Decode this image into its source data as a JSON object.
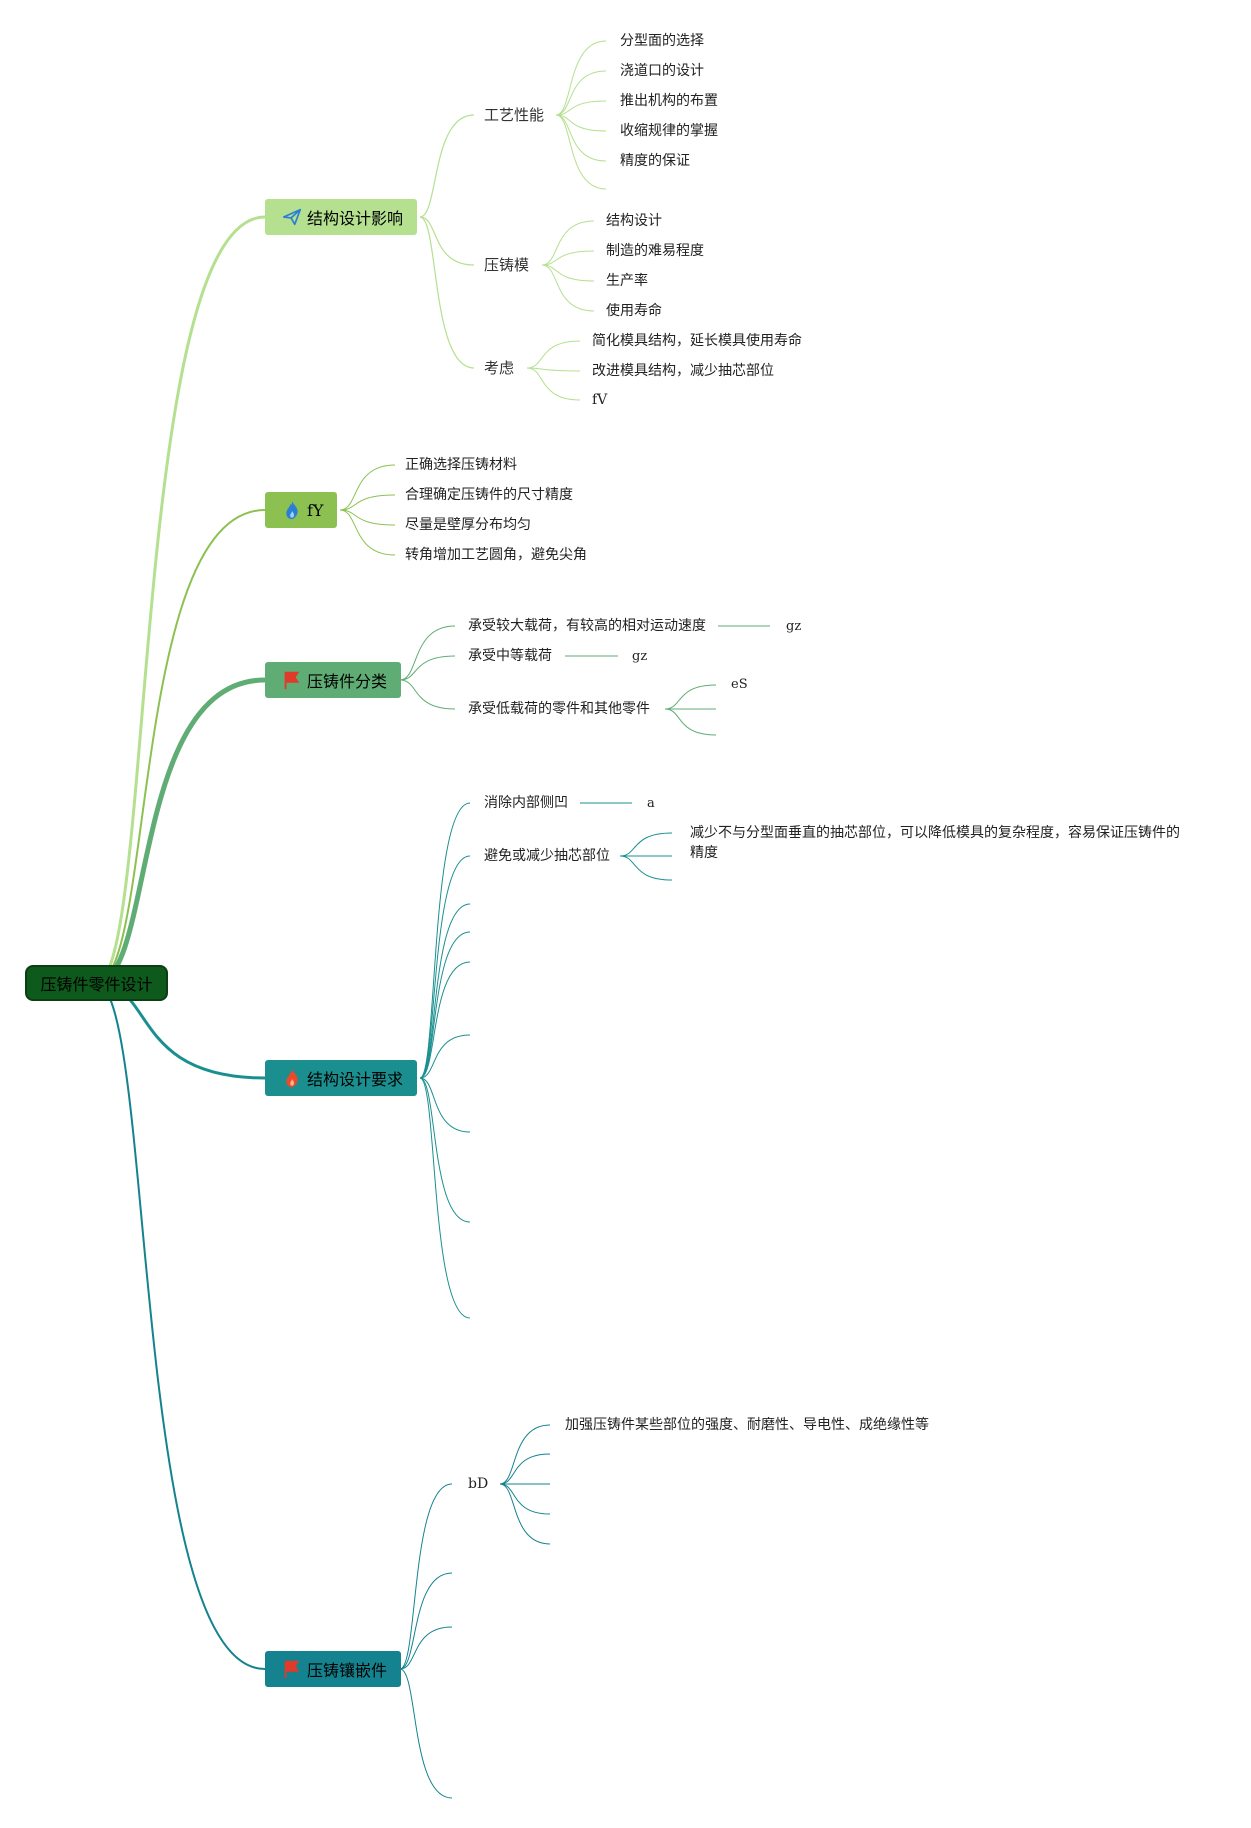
{
  "root": {
    "label": "压铸件零件设计",
    "color": "#0d5a1c"
  },
  "branches": [
    {
      "id": "b1",
      "label": "结构设计影响",
      "icon": "paper-plane-icon",
      "bg": "#b5e08f",
      "text": "#222222",
      "children": [
        {
          "label": "工艺性能",
          "children": [
            "分型面的选择",
            "浇道口的设计",
            "推出机构的布置",
            "收缩规律的掌握",
            "精度的保证"
          ]
        },
        {
          "label": "压铸模",
          "children": [
            "结构设计",
            "制造的难易程度",
            "生产率",
            "使用寿命"
          ]
        },
        {
          "label": "考虑",
          "children": [
            "简化模具结构，延长模具使用寿命",
            "改进模具结构，减少抽芯部位",
            "fV"
          ]
        }
      ]
    },
    {
      "id": "b2",
      "label": "fY",
      "icon": "flame-icon",
      "bg": "#8cc152",
      "text": "#222222",
      "children": [
        "正确选择压铸材料",
        "合理确定压铸件的尺寸精度",
        "尽量是壁厚分布均匀",
        "转角增加工艺圆角，避免尖角"
      ]
    },
    {
      "id": "b3",
      "label": "压铸件分类",
      "icon": "flag-icon",
      "bg": "#5fad74",
      "text": "#222222",
      "children": [
        {
          "label": "承受较大载荷，有较高的相对运动速度",
          "tail": "gz"
        },
        {
          "label": "承受中等载荷",
          "tail": "gz"
        },
        {
          "label": "承受低载荷的零件和其他零件",
          "tail": "eS"
        }
      ]
    },
    {
      "id": "b4",
      "label": "结构设计要求",
      "icon": "flame-icon",
      "bg": "#1b8f8f",
      "text": "#222222",
      "children": [
        {
          "label": "消除内部侧凹",
          "tail": "a"
        },
        {
          "label": "避免或减少抽芯部位",
          "tail": "减少不与分型面垂直的抽芯部位，可以降低模具的复杂程度，容易保证压铸件的精度"
        }
      ]
    },
    {
      "id": "b5",
      "label": "压铸镶嵌件",
      "icon": "flag-icon",
      "bg": "#14838f",
      "text": "#222222",
      "children": [
        {
          "label": "bD",
          "tail": "加强压铸件某些部位的强度、耐磨性、导电性、成绝缘性等"
        }
      ]
    }
  ]
}
